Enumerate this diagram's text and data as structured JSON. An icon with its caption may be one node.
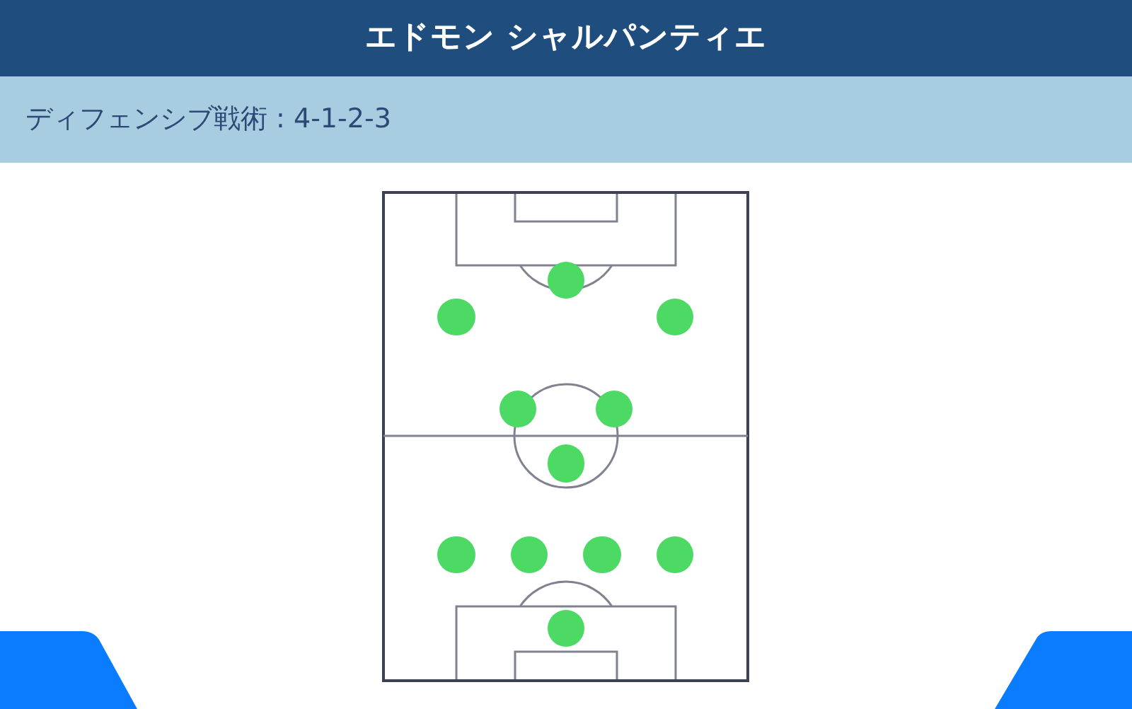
{
  "diagram": {
    "title": "エドモン シャルパンティエ",
    "nodes": [
      {
        "text": [
          "ディフェンシブ戦術 : 4-1-2-3"
        ]
      },
      {
        "text": [],
        "shape": "circle"
      },
      {
        "text": [],
        "shape": "circle"
      },
      {
        "text": [],
        "shape": "circle"
      },
      {
        "text": [],
        "shape": "circle"
      },
      {
        "text": [],
        "shape": "circle"
      },
      {
        "text": [],
        "shape": "circle"
      },
      {
        "text": [],
        "shape": "circle"
      },
      {
        "text": [],
        "shape": "circle"
      },
      {
        "text": [],
        "shape": "circle"
      },
      {
        "text": [],
        "shape": "circle"
      },
      {
        "text": [],
        "shape": "circle"
      }
    ]
  }
}
